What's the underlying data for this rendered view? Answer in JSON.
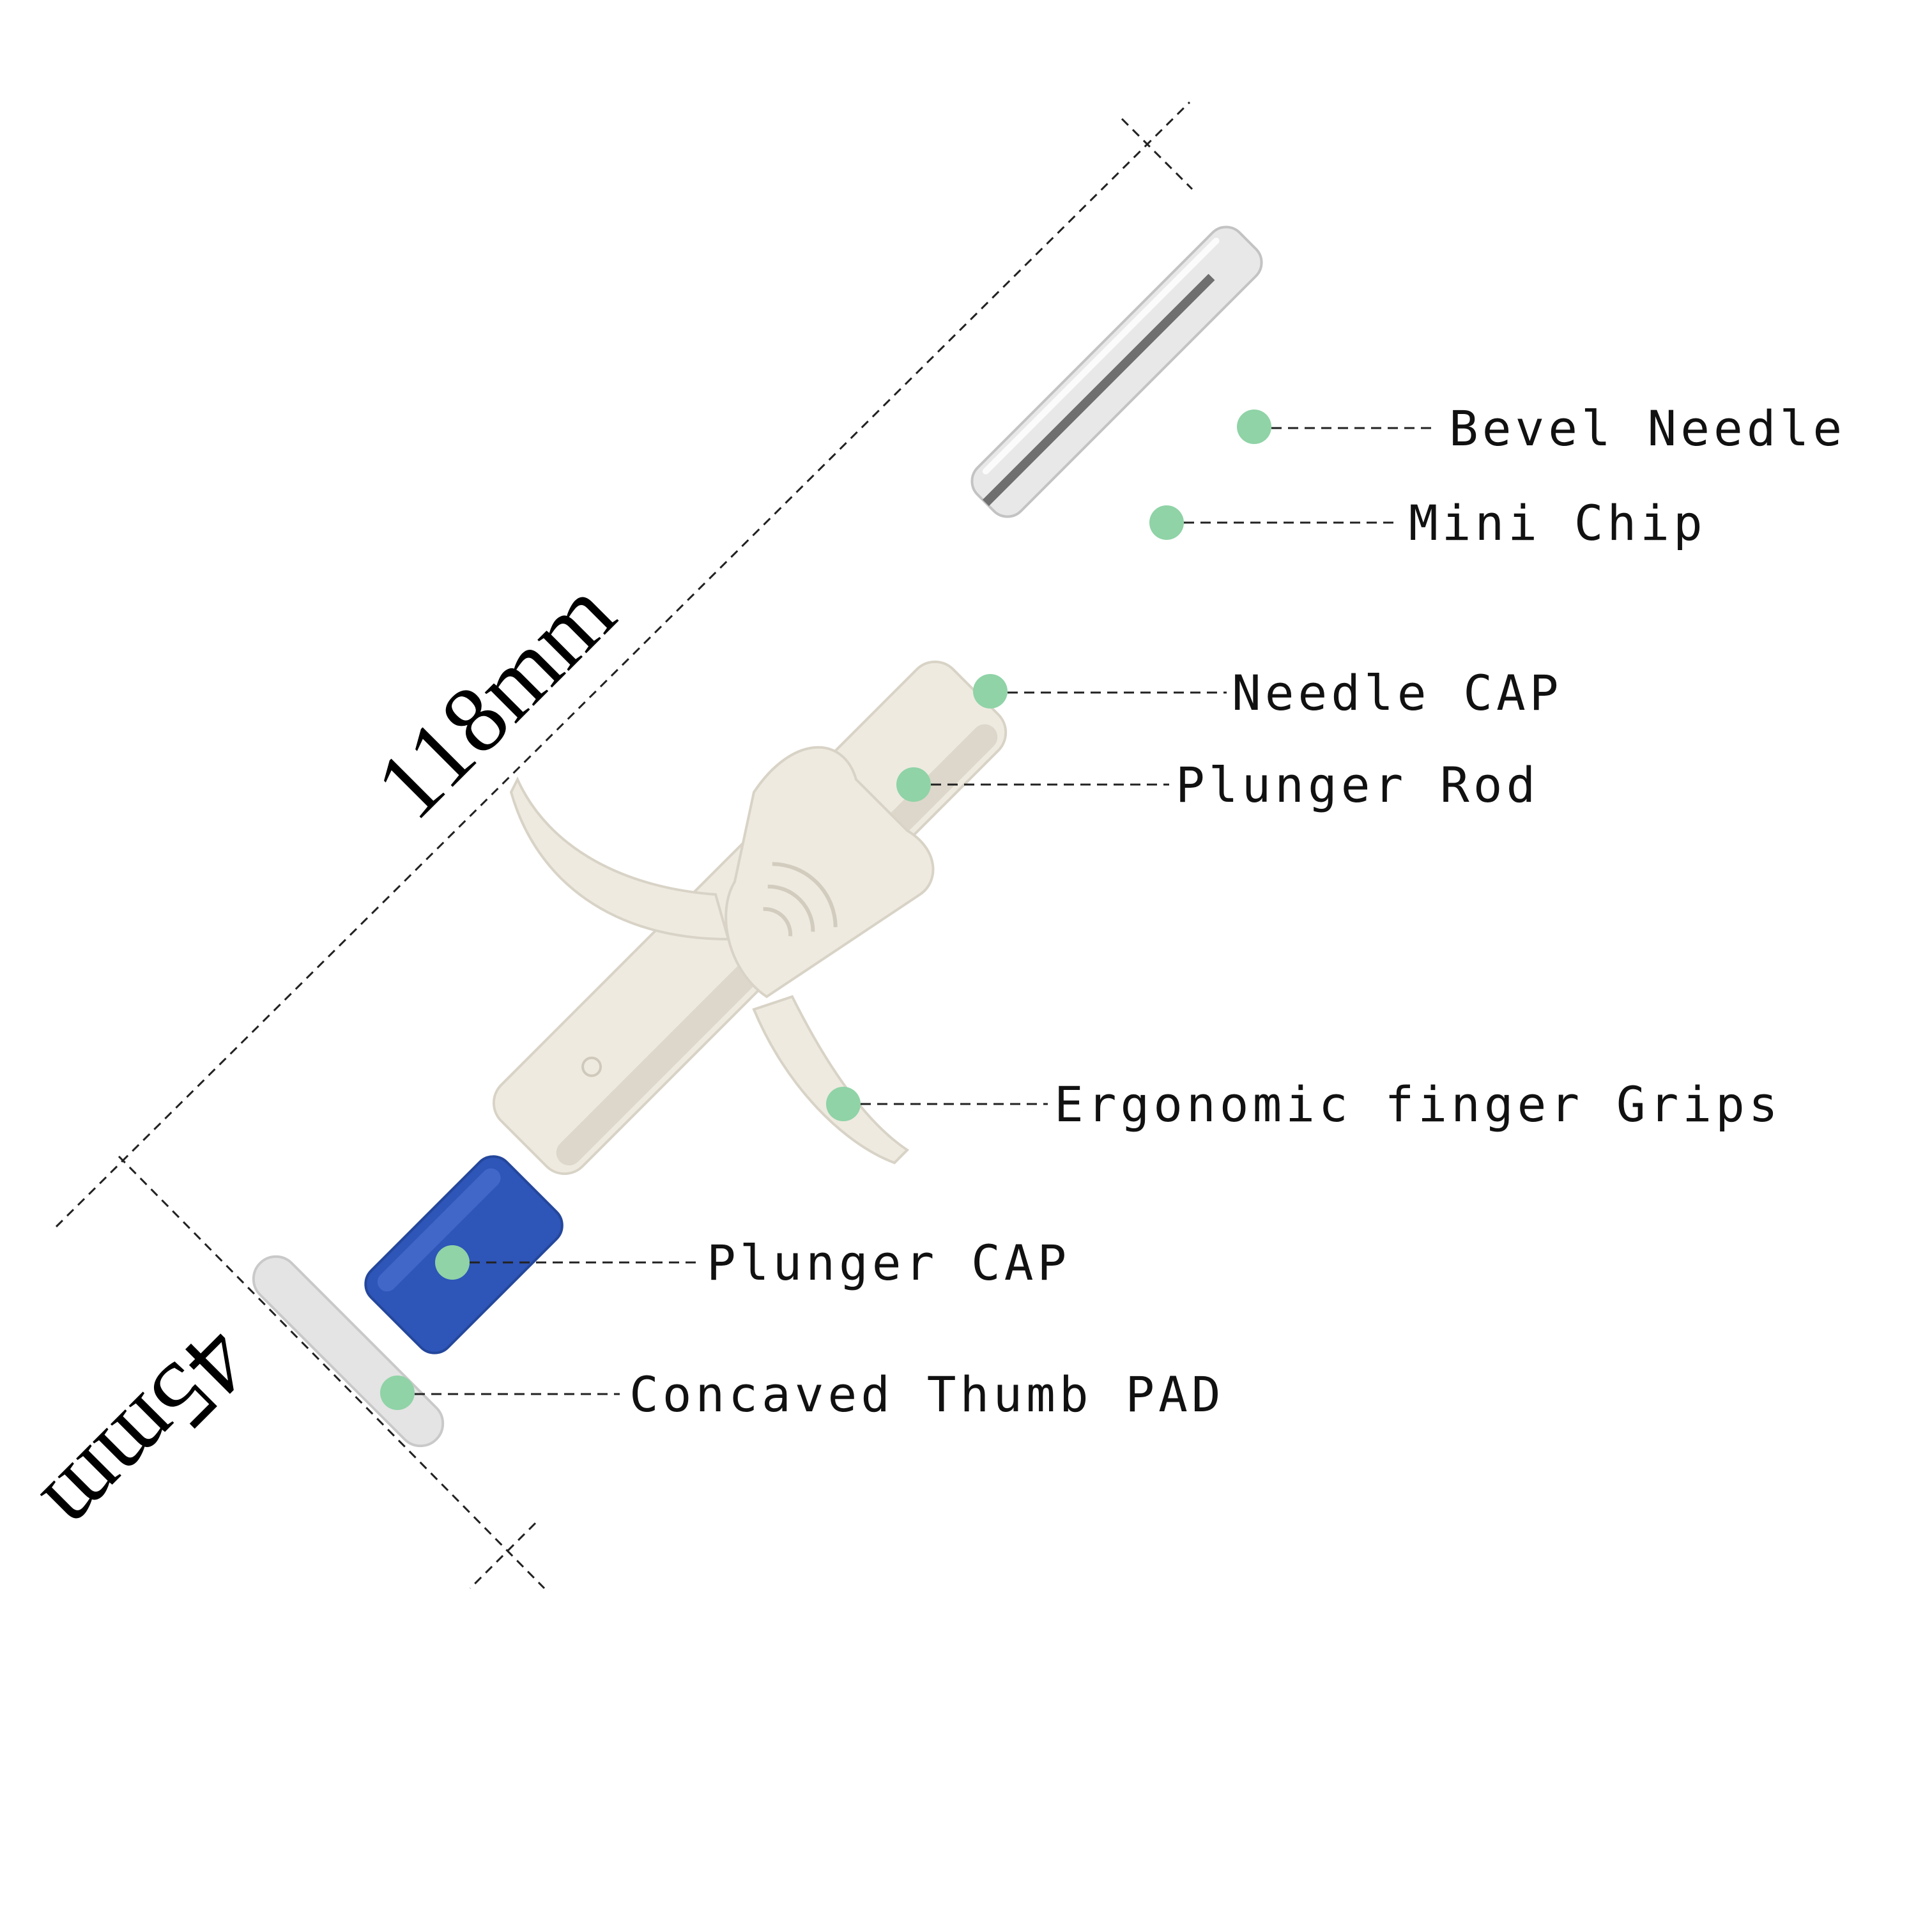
{
  "dimensions": {
    "length": "118mm",
    "width": "45mm"
  },
  "callouts": [
    {
      "id": "bevel-needle",
      "text": "Bevel Needle"
    },
    {
      "id": "mini-chip",
      "text": "Mini Chip"
    },
    {
      "id": "needle-cap",
      "text": "Needle CAP"
    },
    {
      "id": "plunger-rod",
      "text": "Plunger Rod"
    },
    {
      "id": "finger-grips",
      "text": "Ergonomic finger Grips"
    },
    {
      "id": "plunger-cap",
      "text": "Plunger CAP"
    },
    {
      "id": "thumb-pad",
      "text": "Concaved Thumb PAD"
    }
  ],
  "colors": {
    "marker": "#8fd3a6",
    "plunger": "#2e55b8",
    "body": "#eeeae0",
    "needle_cap": "#e2e2e2"
  }
}
